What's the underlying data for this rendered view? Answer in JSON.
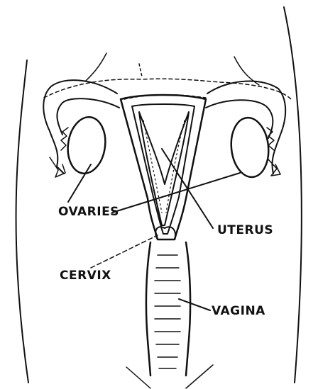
{
  "labels": {
    "ovaries": "OVARIES",
    "uterus": "UTERUS",
    "cervix": "CERVIX",
    "vagina": "VAGINA"
  },
  "colors": {
    "ink": "#111111",
    "paper": "#ffffff"
  }
}
